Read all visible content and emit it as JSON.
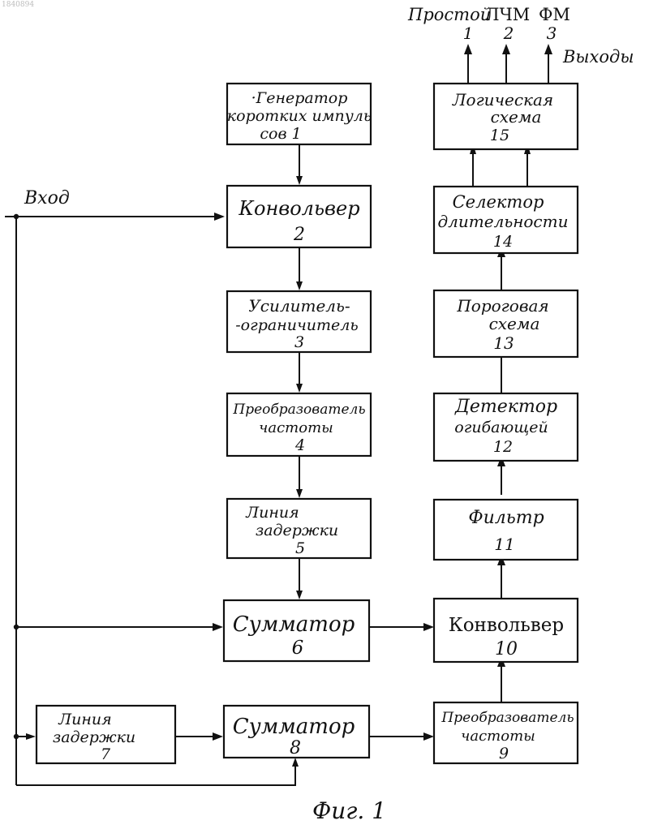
{
  "corner_id": "1840894",
  "input_label": "Вход",
  "outputs_label": "Выходы",
  "outputs": [
    {
      "name": "Простой",
      "num": "1"
    },
    {
      "name": "ЛЧМ",
      "num": "2"
    },
    {
      "name": "ФМ",
      "num": "3"
    }
  ],
  "figure_caption": "Фиг. 1",
  "blocks": {
    "b1": [
      "·Генератор",
      "коротких импуль",
      "сов  1"
    ],
    "b2": [
      "Конвольвер",
      "2"
    ],
    "b3": [
      "Усилитель-",
      "-ограничитель",
      "3"
    ],
    "b4": [
      "Преобразователь",
      "частоты",
      "4"
    ],
    "b5": [
      "Линия",
      "задержки",
      "5"
    ],
    "b6": [
      "Сумматор",
      "6"
    ],
    "b7": [
      "Линия",
      "задержки",
      "7"
    ],
    "b8": [
      "Сумматор",
      "8"
    ],
    "b9": [
      "Преобразователь",
      "частоты",
      "9"
    ],
    "b10": [
      "Конвольвер",
      "10"
    ],
    "b11": [
      "Фильтр",
      "11"
    ],
    "b12": [
      "Детектор",
      "огибающей",
      "12"
    ],
    "b13": [
      "Пороговая",
      "схема",
      "13"
    ],
    "b14": [
      "Селектор",
      "длительности",
      "14"
    ],
    "b15": [
      "Логическая",
      "схема",
      "15"
    ]
  }
}
